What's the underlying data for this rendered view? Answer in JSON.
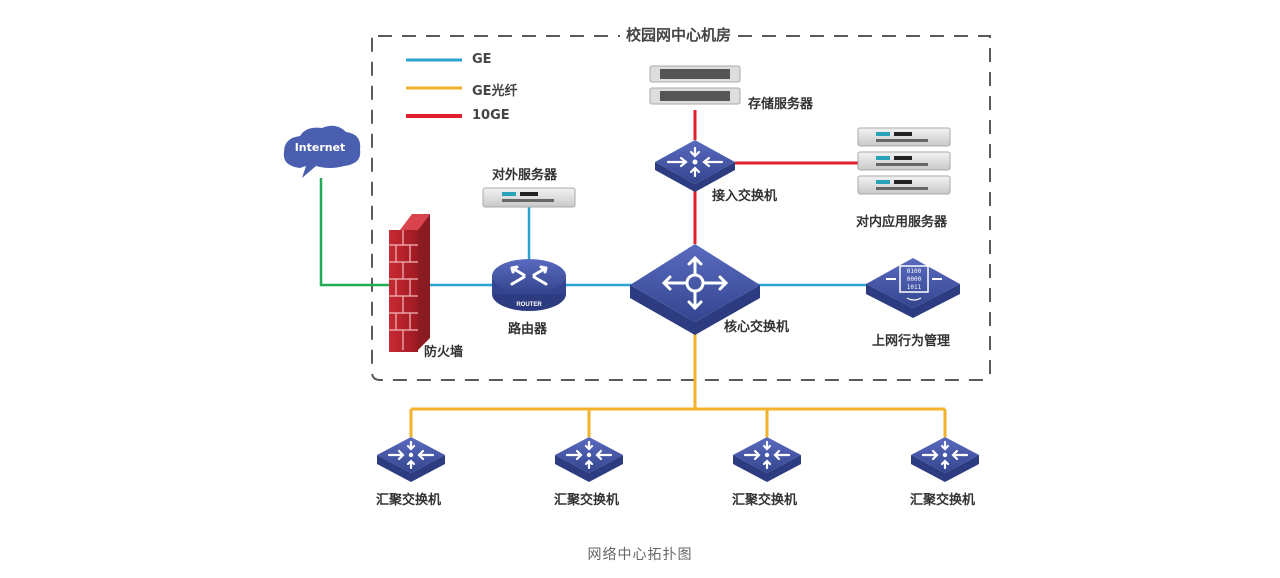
{
  "diagram": {
    "room_title": "校园网中心机房",
    "caption": "网络中心拓扑图",
    "legend": [
      {
        "label": "GE",
        "color": "#29a3d1"
      },
      {
        "label": "GE光纤",
        "color": "#f2b22a"
      },
      {
        "label": "10GE",
        "color": "#e0202c"
      }
    ],
    "colors": {
      "ge": "#29a3d1",
      "fiber": "#f2b22a",
      "ten_ge": "#e0202c",
      "internet_link": "#22aa55",
      "device_blue": "#3a4a9a",
      "firewall_red": "#b5202a",
      "dashed_border": "#555555"
    },
    "nodes": {
      "internet": {
        "label": "Internet",
        "icon": "cloud-icon"
      },
      "firewall": {
        "label": "防火墙",
        "icon": "firewall-icon"
      },
      "router": {
        "label": "路由器",
        "icon": "router-icon",
        "badge": "ROUTER"
      },
      "external_server": {
        "label": "对外服务器",
        "icon": "server-icon"
      },
      "storage_server": {
        "label": "存储服务器",
        "icon": "storage-icon"
      },
      "access_switch": {
        "label": "接入交换机",
        "icon": "switch-icon"
      },
      "internal_servers": {
        "label": "对内应用服务器",
        "icon": "server-rack-icon"
      },
      "core_switch": {
        "label": "核心交换机",
        "icon": "core-switch-icon"
      },
      "behavior_mgmt": {
        "label": "上网行为管理",
        "icon": "behavior-management-icon",
        "binary": [
          "0100",
          "0000",
          "1011"
        ]
      },
      "aggregation_switches": [
        {
          "label": "汇聚交换机"
        },
        {
          "label": "汇聚交换机"
        },
        {
          "label": "汇聚交换机"
        },
        {
          "label": "汇聚交换机"
        }
      ]
    },
    "links": [
      {
        "from": "internet",
        "to": "firewall",
        "type": "internet_link"
      },
      {
        "from": "firewall",
        "to": "router",
        "type": "ge"
      },
      {
        "from": "external_server",
        "to": "router",
        "type": "ge"
      },
      {
        "from": "router",
        "to": "core_switch",
        "type": "ge"
      },
      {
        "from": "core_switch",
        "to": "behavior_mgmt",
        "type": "ge"
      },
      {
        "from": "storage_server",
        "to": "access_switch",
        "type": "ten_ge"
      },
      {
        "from": "access_switch",
        "to": "internal_servers",
        "type": "ten_ge"
      },
      {
        "from": "access_switch",
        "to": "core_switch",
        "type": "ten_ge"
      },
      {
        "from": "core_switch",
        "to": "aggregation_switches",
        "type": "fiber"
      }
    ]
  }
}
